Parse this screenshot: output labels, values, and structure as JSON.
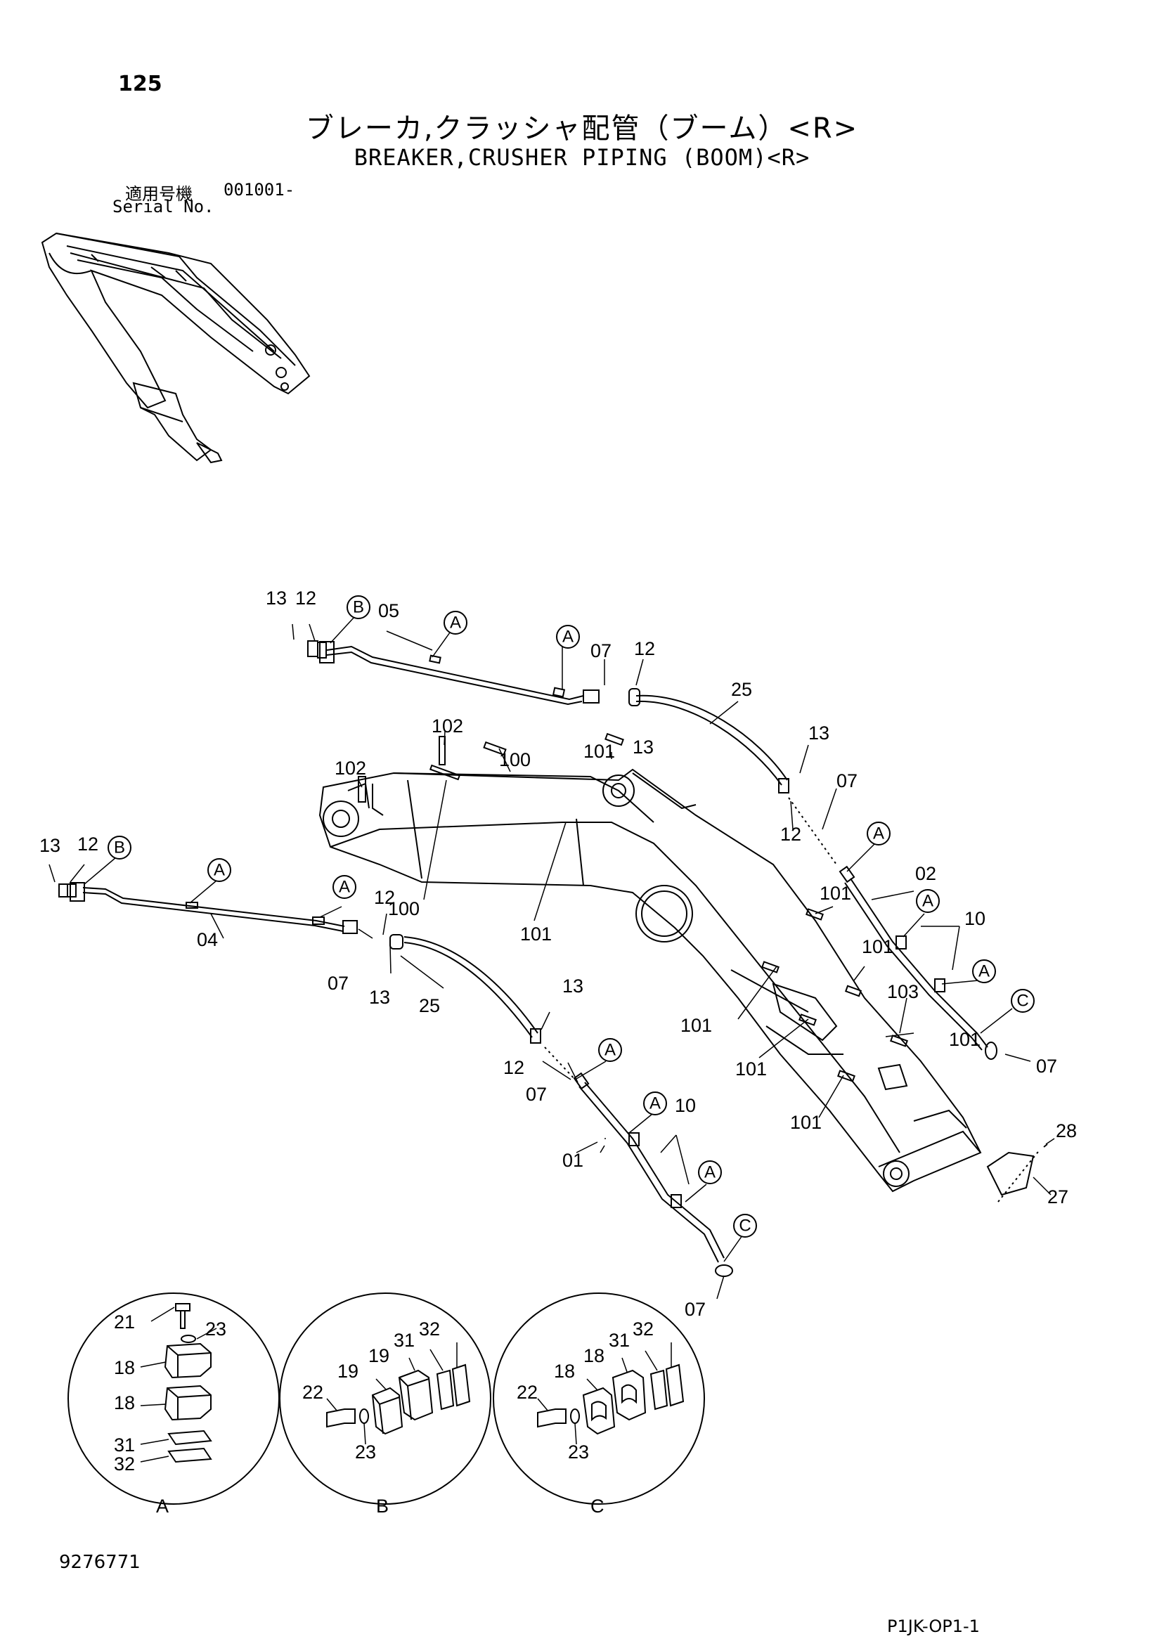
{
  "header": {
    "page_number": "125",
    "title_jp": "ブレーカ,クラッシャ配管（ブーム）<R>",
    "title_en": "BREAKER,CRUSHER PIPING (BOOM)<R>",
    "serial_label_jp": "適用号機",
    "serial_value": "001001-",
    "serial_label_en": "Serial No."
  },
  "footer": {
    "document_number": "9276771",
    "page_code": "P1JK-OP1-1"
  },
  "callouts": {
    "upper_pipe": [
      "13",
      "12",
      "B",
      "05",
      "A",
      "A",
      "07",
      "12",
      "13",
      "25",
      "13",
      "07",
      "12",
      "A",
      "02",
      "A",
      "10",
      "A",
      "C",
      "07"
    ],
    "lower_pipe": [
      "13",
      "12",
      "B",
      "A",
      "04",
      "A",
      "07",
      "12",
      "13",
      "25",
      "13",
      "12",
      "07",
      "A",
      "A",
      "10",
      "01",
      "A",
      "C",
      "07"
    ],
    "boom": [
      "102",
      "102",
      "100",
      "101",
      "100",
      "101",
      "101",
      "101",
      "101",
      "101",
      "103",
      "101",
      "101",
      "28",
      "27"
    ]
  },
  "details": [
    {
      "id": "A",
      "parts": [
        "21",
        "23",
        "18",
        "18",
        "31",
        "32"
      ]
    },
    {
      "id": "B",
      "parts": [
        "32",
        "31",
        "19",
        "19",
        "22",
        "23"
      ]
    },
    {
      "id": "C",
      "parts": [
        "32",
        "31",
        "18",
        "18",
        "22",
        "23"
      ]
    }
  ]
}
